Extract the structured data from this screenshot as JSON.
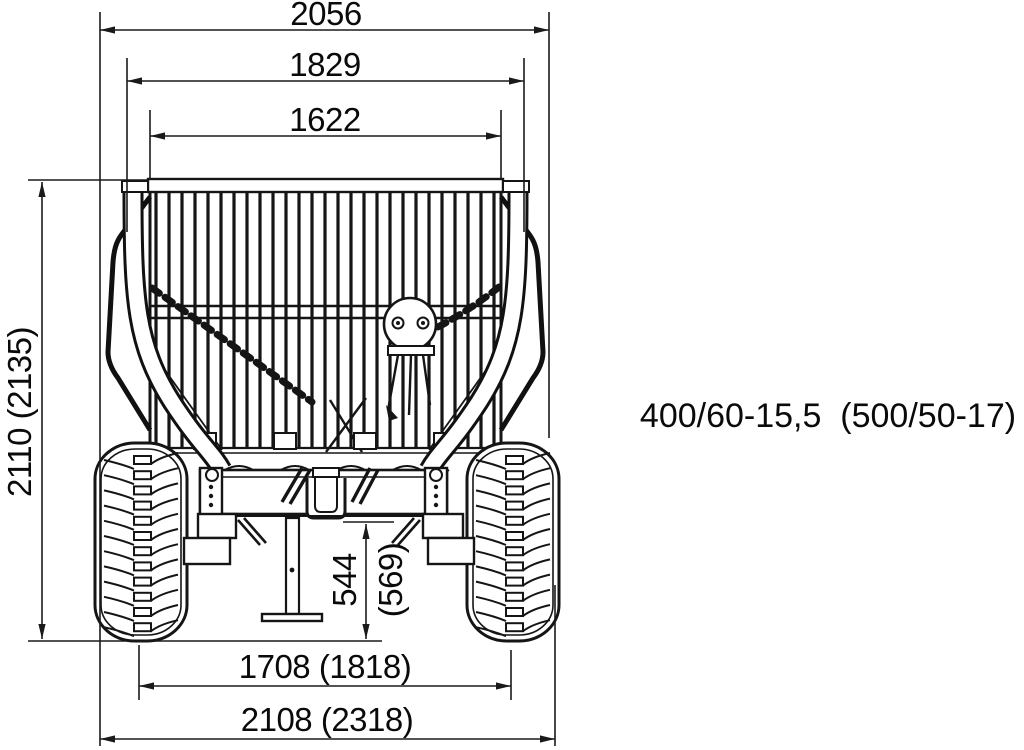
{
  "page": {
    "background_color": "#ffffff",
    "line_color": "#151515",
    "description": "Technical dimension drawing, front view of a forestry timber trailer with cage stakes, chains, axle frame, support leg and two flotation tires"
  },
  "drawing": {
    "dimensions": {
      "width_top_overall": "2056",
      "width_over_stakes": "1829",
      "width_inner_cage": "1622",
      "height_overall": "2110 (2135)",
      "height_frame": "544",
      "height_frame_alt": "(569)",
      "track_width": "1708 (1818)",
      "width_over_tires": "2108 (2318)"
    },
    "tire_size_label": "400/60-15,5  (500/50-17)"
  }
}
